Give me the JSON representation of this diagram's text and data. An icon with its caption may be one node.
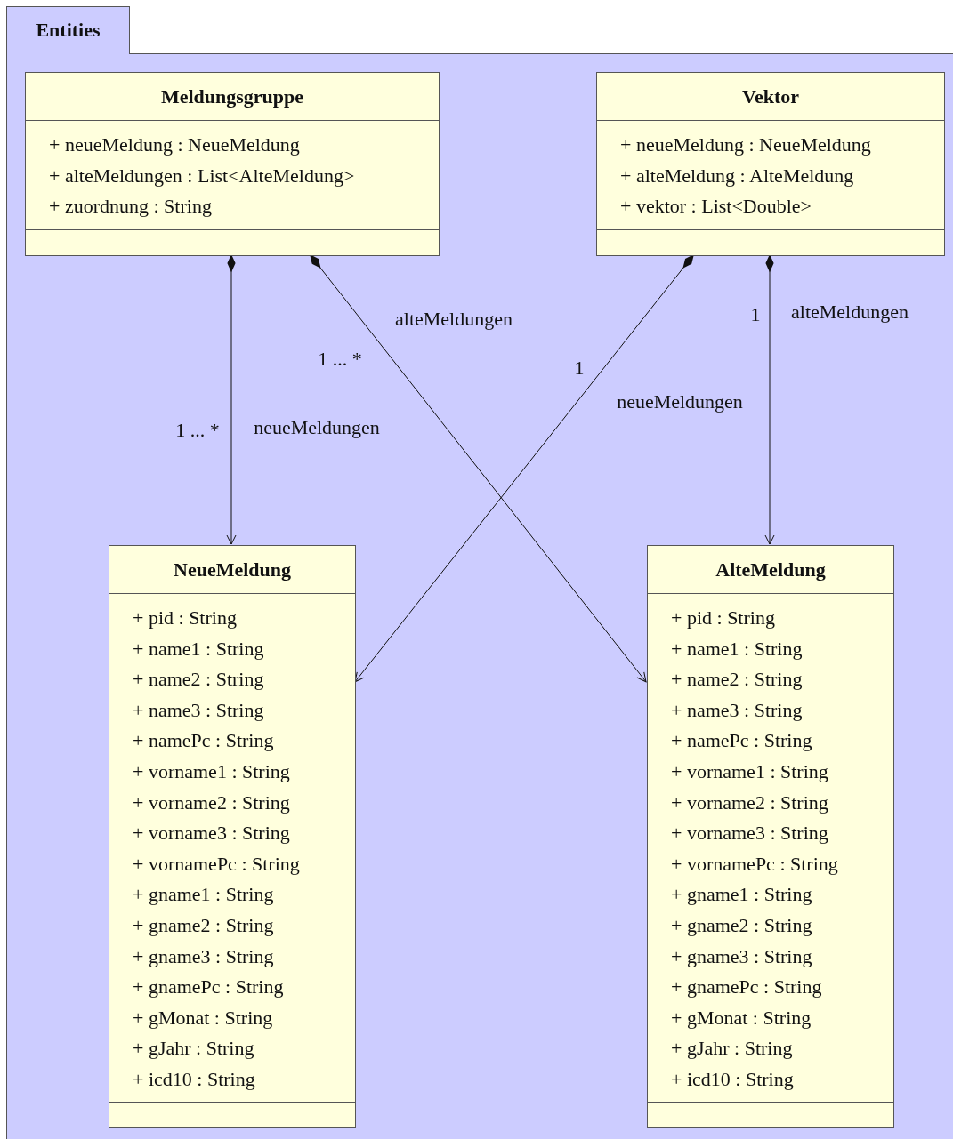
{
  "diagram": {
    "nodes": [
      {
        "text": [
          "Entities"
        ]
      },
      {
        "text": [
          "Meldungsgruppe",
          "+ neueMeldung : NeueMeldung",
          "+ alteMeldungen : List<AlteMeldung>",
          "+ zuordnung : String"
        ],
        "in": 0
      },
      {
        "text": [
          "Vektor",
          "+ neueMeldung : NeueMeldung",
          "+ alteMeldung : AlteMeldung",
          "+ vektor : List<Double>"
        ],
        "in": 0
      },
      {
        "text": [
          "NeueMeldung",
          "+ pid : String",
          "+ name1 : String",
          "+ name2 : String",
          "+ name3 : String",
          "+ namePc : String",
          "+ vorname1 : String",
          "+ vorname2 : String",
          "+ vorname3 : String",
          "+ vornamePc : String",
          "+ gname1 : String",
          "+ gname2 : String",
          "+ gname3 : String",
          "+ gnamePc : String",
          "+ gMonat : String",
          "+ gJahr : String",
          "+ icd10 : String"
        ],
        "in": 0
      },
      {
        "text": [
          "AlteMeldung",
          "+ pid : String",
          "+ name1 : String",
          "+ name2 : String",
          "+ name3 : String",
          "+ namePc : String",
          "+ vorname1 : String",
          "+ vorname2 : String",
          "+ vorname3 : String",
          "+ vornamePc : String",
          "+ gname1 : String",
          "+ gname2 : String",
          "+ gname3 : String",
          "+ gnamePc : String",
          "+ gMonat : String",
          "+ gJahr : String",
          "+ icd10 : String"
        ],
        "in": 0
      }
    ],
    "edges": [
      {
        "from": 1,
        "to": 3,
        "arrow": "to",
        "label": "neueMeldungen"
      },
      {
        "from": 1,
        "to": 4,
        "arrow": "to",
        "label": "alteMeldungen"
      },
      {
        "from": 2,
        "to": 3,
        "arrow": "to",
        "label": "neueMeldungen"
      },
      {
        "from": 2,
        "to": 4,
        "arrow": "to",
        "label": "alteMeldungen"
      }
    ],
    "labels": [
      "1",
      "1 ... *",
      "1",
      "1 ... *"
    ]
  }
}
